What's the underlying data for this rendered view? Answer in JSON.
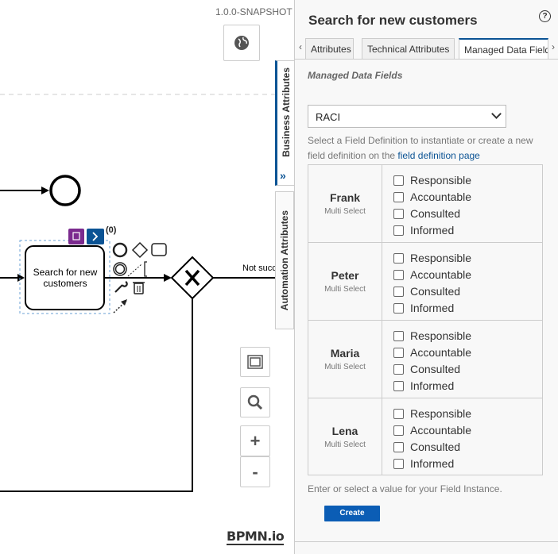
{
  "canvas": {
    "version": "1.0.0-SNAPSHOT",
    "task_label_line1": "Search for new",
    "task_label_line2": "customers",
    "flow_label": "Not succ",
    "context_pad_count": "(0)",
    "watermark": "BPMN.io"
  },
  "side_tabs": {
    "business": "Business Attributes",
    "automation": "Automation Attributes"
  },
  "panel": {
    "title": "Search for new customers",
    "tabs": [
      "Attributes",
      "Technical Attributes",
      "Managed Data Field"
    ],
    "section_title": "Managed Data Fields",
    "select_value": "RACI",
    "hint_text": "Select a Field Definition to instantiate or create a new field definition on the ",
    "hint_link": "field definition page",
    "people": [
      {
        "name": "Frank",
        "type": "Multi Select"
      },
      {
        "name": "Peter",
        "type": "Multi Select"
      },
      {
        "name": "Maria",
        "type": "Multi Select"
      },
      {
        "name": "Lena",
        "type": "Multi Select"
      }
    ],
    "options": [
      "Responsible",
      "Accountable",
      "Consulted",
      "Informed"
    ],
    "footer_hint": "Enter or select a value for your Field Instance.",
    "create_label": "Create"
  },
  "colors": {
    "accent": "#0b5394",
    "button": "#0b5db5",
    "pad_purple": "#7b2a8e"
  }
}
